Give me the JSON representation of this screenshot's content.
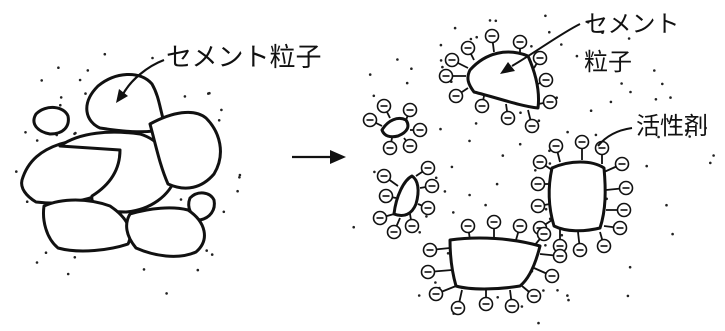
{
  "diagram": {
    "left_label": "セメント粒子",
    "right_label_line1": "セメント",
    "right_label_line2": "粒子",
    "agent_label": "活性剤",
    "charge_symbol": "⊖",
    "ink_color": "#111111",
    "background_color": "#ffffff"
  }
}
